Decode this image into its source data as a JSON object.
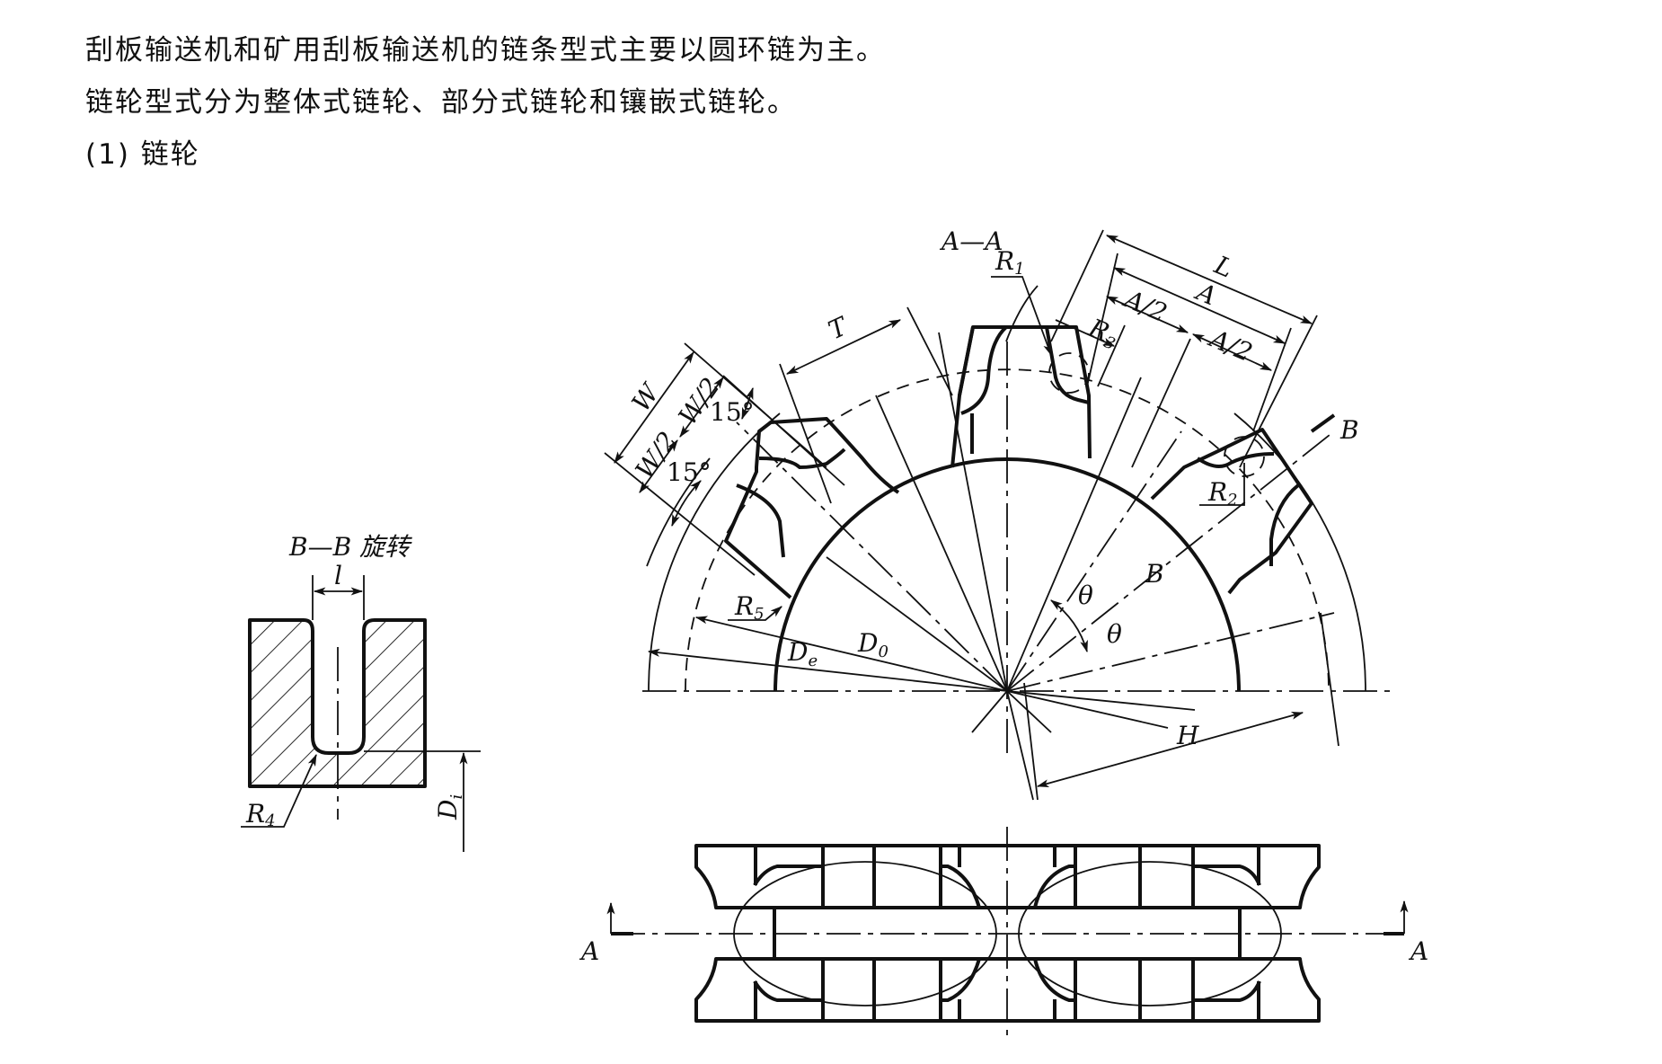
{
  "text": {
    "paragraph_1": "刮板输送机和矿用刮板输送机的链条型式主要以圆环链为主。",
    "paragraph_2": "链轮型式分为整体式链轮、部分式链轮和镶嵌式链轮。",
    "heading_1": "(1) 链轮"
  },
  "figure": {
    "section_bb": {
      "title": "B—B 旋转",
      "labels": {
        "slot_width": "l",
        "fillet_radius": "R",
        "fillet_radius_sub": "4",
        "inner_diameter": "D",
        "inner_diameter_sub": "i"
      }
    },
    "front_view": {
      "section_title": "A—A",
      "labels": {
        "r1": "R",
        "r1_sub": "1",
        "r2": "R",
        "r2_sub": "2",
        "r3": "R",
        "r3_sub": "3",
        "r5": "R",
        "r5_sub": "5",
        "length_L": "L",
        "length_A": "A",
        "half_A_1": "A/2",
        "half_A_2": "A/2",
        "width_W": "W",
        "half_W_1": "W/2",
        "half_W_2": "W/2",
        "angle_1": "15°",
        "angle_2": "15°",
        "tooth_T": "T",
        "theta_1": "θ",
        "theta_2": "θ",
        "section_B_top": "B",
        "section_B_mid": "B",
        "dia_D0": "D",
        "dia_D0_sub": "0",
        "dia_De": "D",
        "dia_De_sub": "e",
        "height_H": "H"
      }
    },
    "side_view": {
      "labels": {
        "cut_left": "A",
        "cut_right": "A"
      }
    }
  }
}
